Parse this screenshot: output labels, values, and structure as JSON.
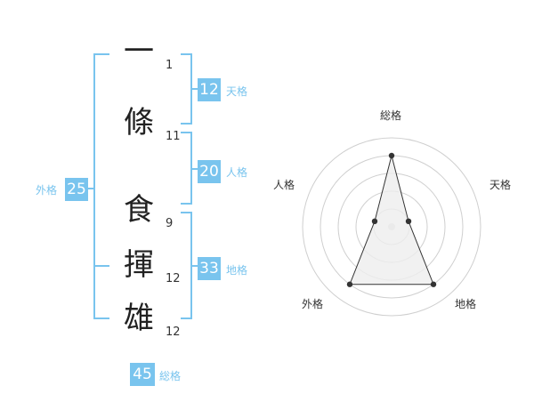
{
  "name": {
    "chars": [
      {
        "char": "一",
        "strokes": "1"
      },
      {
        "char": "條",
        "strokes": "11"
      },
      {
        "char": "食",
        "strokes": "9"
      },
      {
        "char": "揮",
        "strokes": "12"
      },
      {
        "char": "雄",
        "strokes": "12"
      }
    ]
  },
  "kakusu": {
    "tenkaku": {
      "value": "12",
      "label": "天格"
    },
    "jinkaku": {
      "value": "20",
      "label": "人格"
    },
    "chikaku": {
      "value": "33",
      "label": "地格"
    },
    "gaikaku": {
      "value": "25",
      "label": "外格"
    },
    "soukaku": {
      "value": "45",
      "label": "総格"
    }
  },
  "colors": {
    "accent": "#79c4ee",
    "radar_fill": "#eeeeee",
    "radar_line": "#333333"
  },
  "chart_data": {
    "type": "radar",
    "axes": [
      "総格",
      "天格",
      "地格",
      "外格",
      "人格"
    ],
    "levels": 5,
    "values": [
      4,
      1,
      4,
      4,
      1
    ],
    "max": 5
  }
}
